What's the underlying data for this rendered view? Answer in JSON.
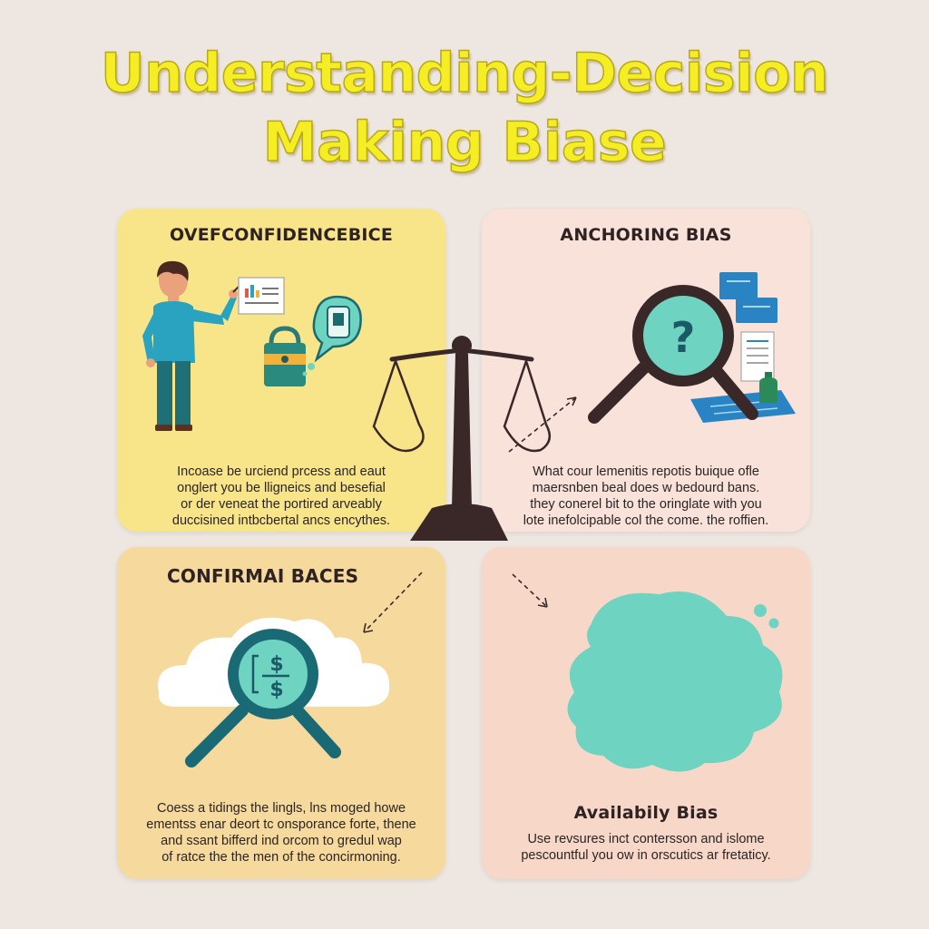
{
  "title": {
    "line1": "Understanding-Decision",
    "line2": "Making Biase"
  },
  "cards": {
    "overconfidence": {
      "heading": "OVEFCONFIDENCEBICE",
      "body": [
        "Incoase be urciend prcess and eaut",
        "onglert you be lligneics and besefial",
        "or der veneat the portired arveably",
        "duccisined intbcbertal ancs encythes."
      ]
    },
    "anchoring": {
      "heading": "ANCHORING BIAS",
      "body": [
        "What cour lemenitis repotis buique ofle",
        "maersnben beal does w bedourd bans.",
        "they conerel bit to the oringlate with you",
        "lote inefolcipable col the come. the roffien."
      ]
    },
    "confirmation": {
      "heading": "CONFIRMAI BACES",
      "body": [
        "Coess a tidings the lingls, lns moged howe",
        "ementss enar deort tc onsporance forte, thene",
        "and ssant bifferd ind orcom to gredul wap",
        "of ratce the the men of the concirmoning."
      ]
    },
    "availability": {
      "heading": "Availabily Bias",
      "body": [
        "Use revsures inct contersson and islome",
        "pescountful you ow in orscutics ar fretaticy."
      ]
    }
  },
  "colors": {
    "title_yellow": "#f5ee24",
    "card_yellow": "#f8e58a",
    "card_pink": "#f8e2da",
    "card_orange": "#f6d99c",
    "card_peach": "#f7d8c8",
    "teal": "#1a7a80",
    "mint": "#6fd3c2",
    "dark_brown": "#3a2828"
  },
  "icons": [
    "person-icon",
    "chart-card-icon",
    "lock-bag-icon",
    "phone-bubble-icon",
    "balance-scale-icon",
    "magnifier-question-icon",
    "document-icon",
    "bottle-icon",
    "magnifier-dollar-icon",
    "cloud-icon",
    "thought-cloud-icon",
    "dashed-arrow-icon"
  ]
}
